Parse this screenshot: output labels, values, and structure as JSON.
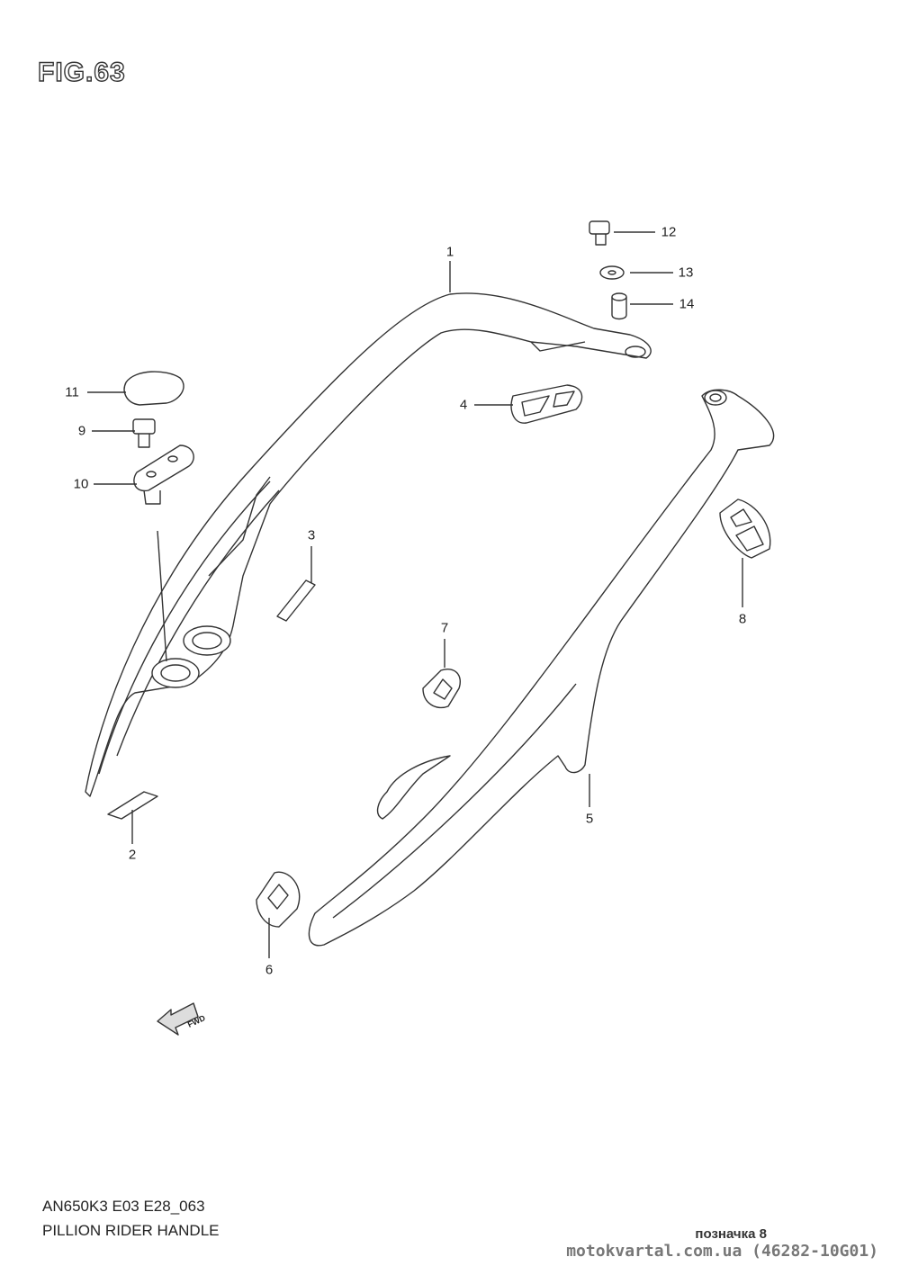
{
  "figure_title": "FIG.63",
  "callouts": [
    "1",
    "2",
    "3",
    "4",
    "5",
    "6",
    "7",
    "8",
    "9",
    "10",
    "11",
    "12",
    "13",
    "14"
  ],
  "fwd_label": "FWD",
  "footer": {
    "model_code": "AN650K3 E03 E28_063",
    "diagram_title": "PILLION RIDER HANDLE"
  },
  "watermark": {
    "mark_label": "позначка 8",
    "site": "motokvartal.com.ua (46282-10G01)"
  }
}
